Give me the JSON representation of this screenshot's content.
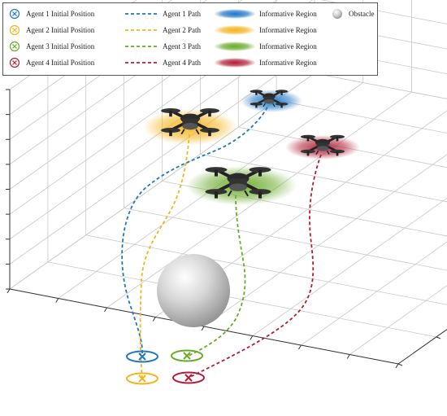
{
  "colors": {
    "agent1": "#1f77c4",
    "agent2": "#f2b51c",
    "agent3": "#6aaa2a",
    "agent4": "#b01e36",
    "grid": "#c9c9c9",
    "obstacle": "#bdbdbd"
  },
  "legend": {
    "initial_positions": [
      "Agent 1 Initial Position",
      "Agent 2 Initial Position",
      "Agent 3 Initial Position",
      "Agent 4 Initial Position"
    ],
    "paths": [
      "Agent 1 Path",
      "Agent 2 Path",
      "Agent 3 Path",
      "Agent 4 Path"
    ],
    "regions": [
      "Informative Region",
      "Informative Region",
      "Informative Region",
      "Informative Region"
    ],
    "obstacle": "Obstacle"
  },
  "icons": {
    "initial_position": "circled-x-marker",
    "agent": "quadcopter-drone-icon",
    "obstacle": "gray-sphere"
  }
}
